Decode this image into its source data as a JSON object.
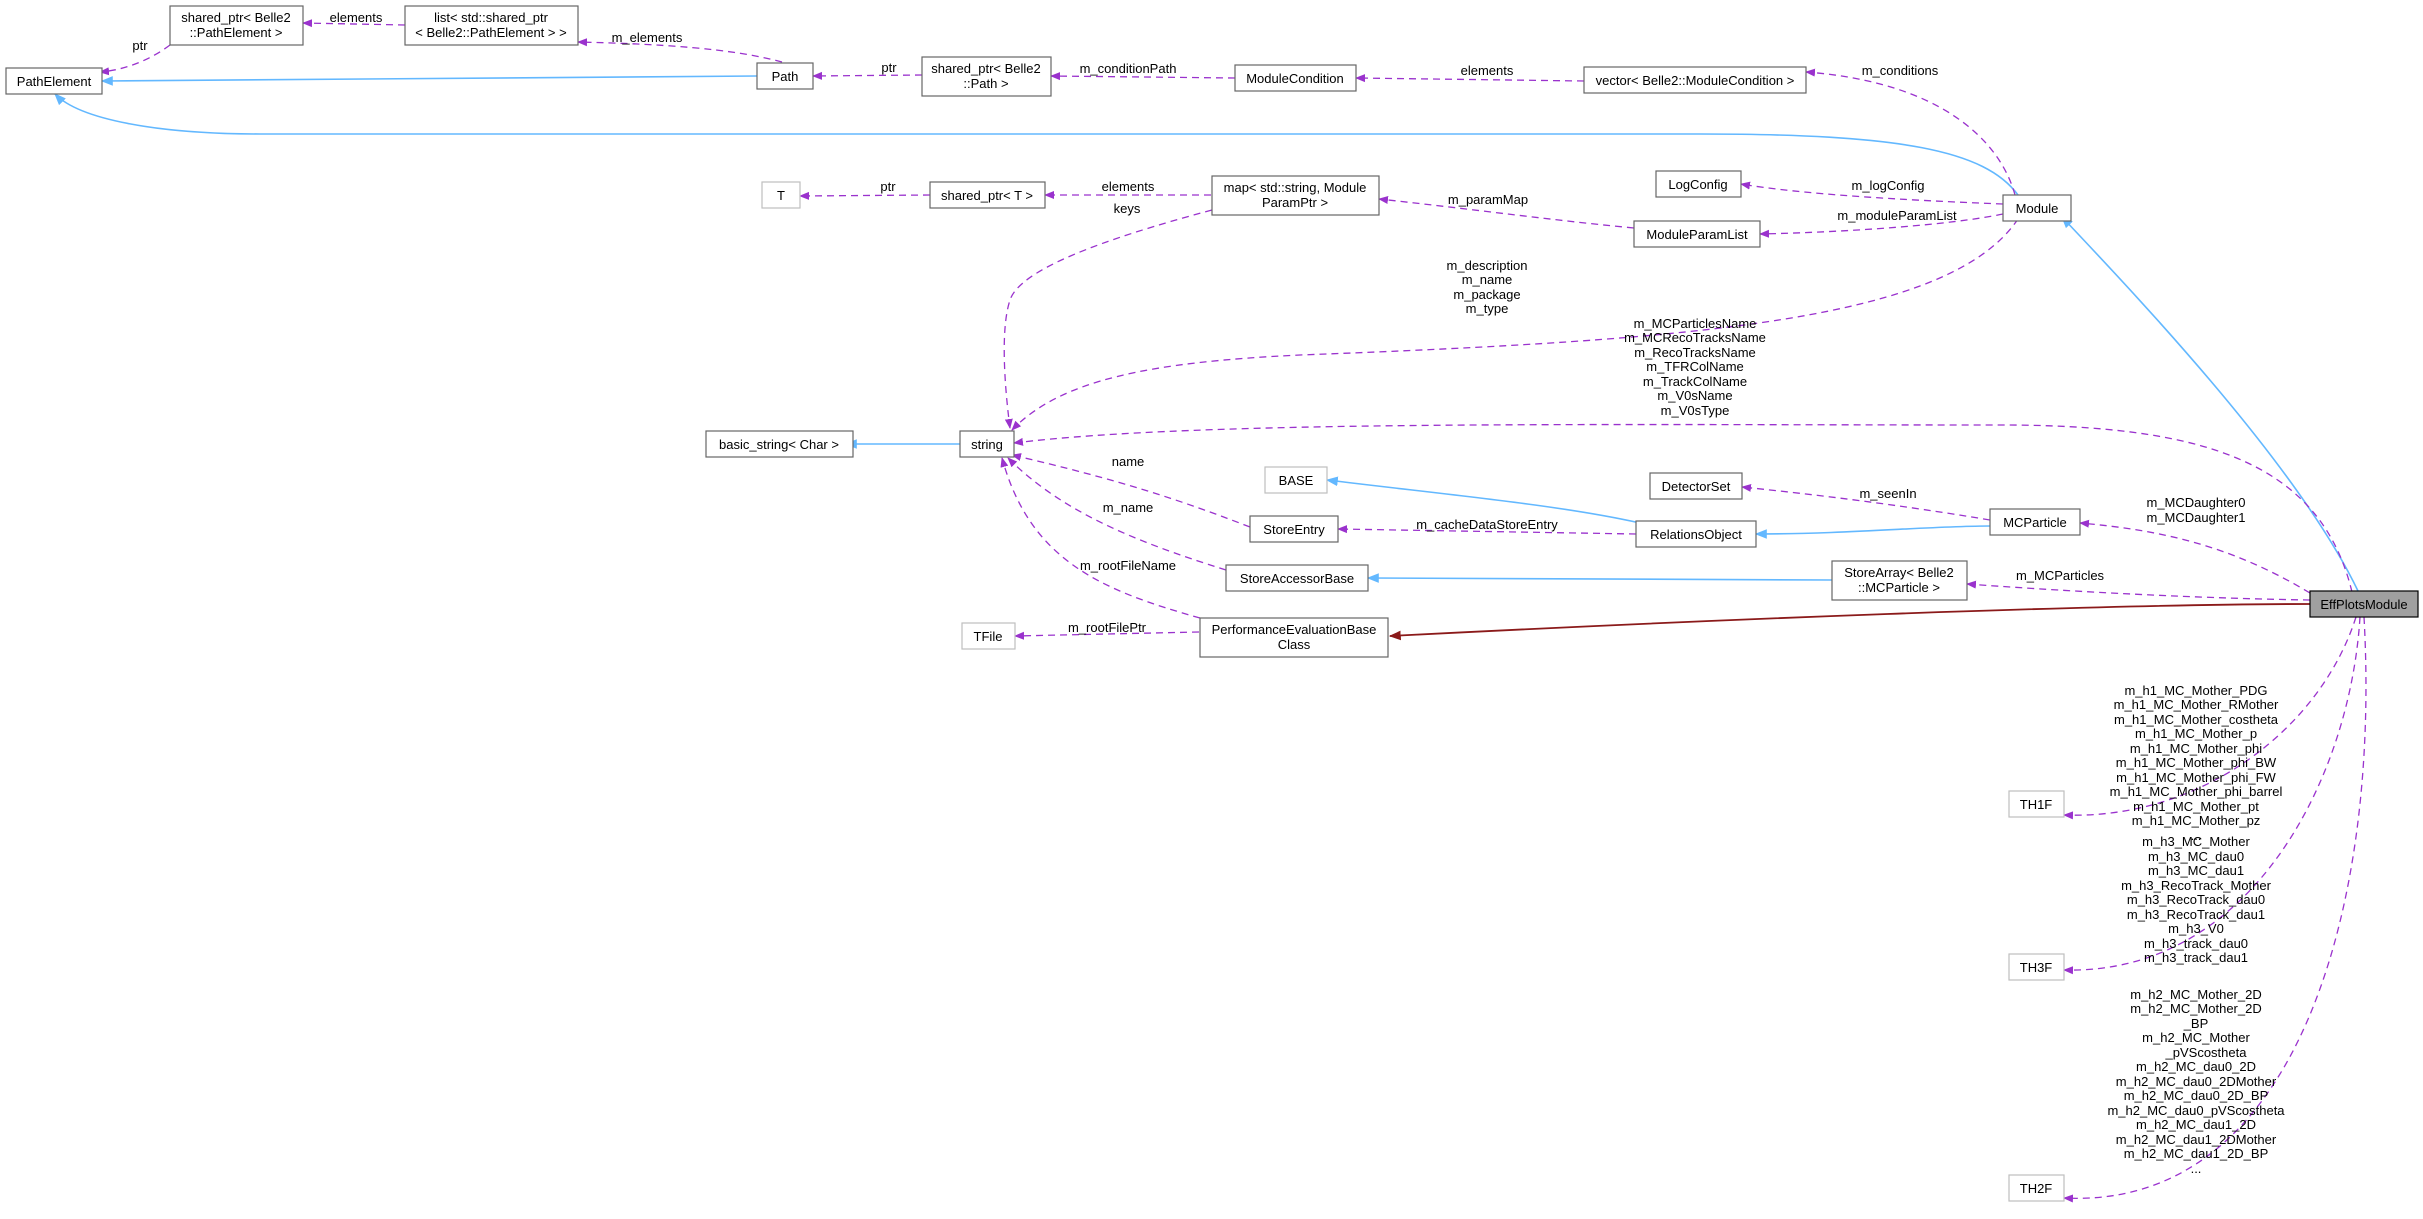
{
  "nodes": {
    "path_element": "PathElement",
    "sp_path_element": [
      "shared_ptr< Belle2",
      "::PathElement >"
    ],
    "list_sp_path_element": [
      "list< std::shared_ptr",
      "< Belle2::PathElement > >"
    ],
    "path": "Path",
    "sp_path": [
      "shared_ptr< Belle2",
      "::Path >"
    ],
    "module_condition": "ModuleCondition",
    "vector_module_condition": "vector< Belle2::ModuleCondition >",
    "t": "T",
    "sp_t": "shared_ptr< T >",
    "map_param": [
      "map< std::string, Module",
      "ParamPtr >"
    ],
    "log_config": "LogConfig",
    "module": "Module",
    "module_param_list": "ModuleParamList",
    "basic_string": "basic_string< Char >",
    "string": "string",
    "base": "BASE",
    "detector_set": "DetectorSet",
    "store_entry": "StoreEntry",
    "relations_object": "RelationsObject",
    "mc_particle": "MCParticle",
    "store_accessor_base": "StoreAccessorBase",
    "store_array": [
      "StoreArray< Belle2",
      "::MCParticle >"
    ],
    "tfile": "TFile",
    "perf_eval_base": [
      "PerformanceEvaluationBase",
      "Class"
    ],
    "eff_plots_module": "EffPlotsModule",
    "th1f": "TH1F",
    "th3f": "TH3F",
    "th2f": "TH2F"
  },
  "edges": {
    "ptr_a": "ptr",
    "elements_a": "elements",
    "m_elements": "m_elements",
    "ptr_b": "ptr",
    "m_condition_path": "m_conditionPath",
    "elements_b": "elements",
    "m_conditions": "m_conditions",
    "ptr_c": "ptr",
    "elements_c": "elements",
    "keys": "keys",
    "m_param_map": "m_paramMap",
    "m_log_config": "m_logConfig",
    "m_module_param_list": "m_moduleParamList",
    "module_strings": [
      "m_description",
      "m_name",
      "m_package",
      "m_type"
    ],
    "eff_strings": [
      "m_MCParticlesName",
      "m_MCRecoTracksName",
      "m_RecoTracksName",
      "m_TFRColName",
      "m_TrackColName",
      "m_V0sName",
      "m_V0sType"
    ],
    "name": "name",
    "m_name": "m_name",
    "m_root_file_name": "m_rootFileName",
    "m_seen_in": "m_seenIn",
    "m_cache": "m_cacheDataStoreEntry",
    "m_mc_daughters": [
      "m_MCDaughter0",
      "m_MCDaughter1"
    ],
    "m_mc_particles": "m_MCParticles",
    "m_root_file_ptr": "m_rootFilePtr",
    "th1f_members": [
      "m_h1_MC_Mother_PDG",
      "m_h1_MC_Mother_RMother",
      "m_h1_MC_Mother_costheta",
      "m_h1_MC_Mother_p",
      "m_h1_MC_Mother_phi",
      "m_h1_MC_Mother_phi_BW",
      "m_h1_MC_Mother_phi_FW",
      "m_h1_MC_Mother_phi_barrel",
      "m_h1_MC_Mother_pt",
      "m_h1_MC_Mother_pz",
      "..."
    ],
    "th3f_members": [
      "m_h3_MC_Mother",
      "m_h3_MC_dau0",
      "m_h3_MC_dau1",
      "m_h3_RecoTrack_Mother",
      "m_h3_RecoTrack_dau0",
      "m_h3_RecoTrack_dau1",
      "m_h3_V0",
      "m_h3_track_dau0",
      "m_h3_track_dau1"
    ],
    "th2f_members": [
      "m_h2_MC_Mother_2D",
      "m_h2_MC_Mother_2D",
      "_BP",
      "m_h2_MC_Mother",
      "_pVScostheta",
      "m_h2_MC_dau0_2D",
      "m_h2_MC_dau0_2DMother",
      "m_h2_MC_dau0_2D_BP",
      "m_h2_MC_dau0_pVScostheta",
      "m_h2_MC_dau1_2D",
      "m_h2_MC_dau1_2DMother",
      "m_h2_MC_dau1_2D_BP",
      "..."
    ]
  },
  "colors": {
    "association_edge": "#9a32cd",
    "inheritance_edge": "#63b8ff",
    "private_inheritance_edge": "#8b1a1a",
    "focus_fill": "#a0a0a0"
  }
}
